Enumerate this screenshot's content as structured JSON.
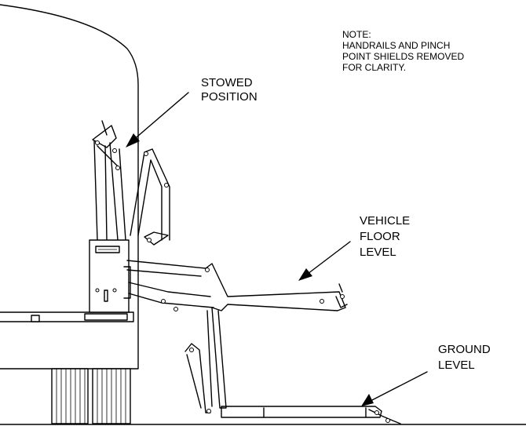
{
  "note": {
    "lines": [
      "NOTE:",
      "HANDRAILS AND PINCH",
      "POINT SHIELDS REMOVED",
      "FOR CLARITY."
    ]
  },
  "callouts": {
    "stowed": [
      "STOWED",
      "POSITION"
    ],
    "vehicle_floor": [
      "VEHICLE",
      "FLOOR",
      "LEVEL"
    ],
    "ground": [
      "GROUND",
      "LEVEL"
    ]
  }
}
